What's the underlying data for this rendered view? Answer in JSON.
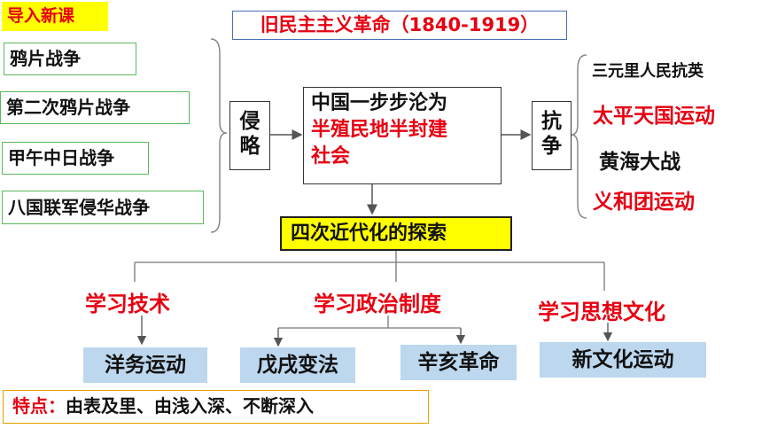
{
  "tag": "导入新课",
  "title": "旧民主主义革命（1840-1919）",
  "wars": [
    "鸦片战争",
    "第二次鸦片战争",
    "甲午中日战争",
    "八国联军侵华战争"
  ],
  "invasion_label_1": "侵",
  "invasion_label_2": "略",
  "center_line1": "中国一步步沦为",
  "center_line2": "半殖民地半封建",
  "center_line3": "社会",
  "resist_label_1": "抗",
  "resist_label_2": "争",
  "resistance": [
    "三元里人民抗英",
    "太平天国运动",
    "黄海大战",
    "义和团运动"
  ],
  "explore": "四次近代化的探索",
  "categories": [
    "学习技术",
    "学习政治制度",
    "学习思想文化"
  ],
  "events": [
    "洋务运动",
    "戊戌变法",
    "辛亥革命",
    "新文化运动"
  ],
  "feature_label": "特点：",
  "feature_text": "由表及里、由浅入深、不断深入",
  "colors": {
    "red": "#e60012",
    "yellow": "#ffff00",
    "blue": "#bdd7ee"
  }
}
